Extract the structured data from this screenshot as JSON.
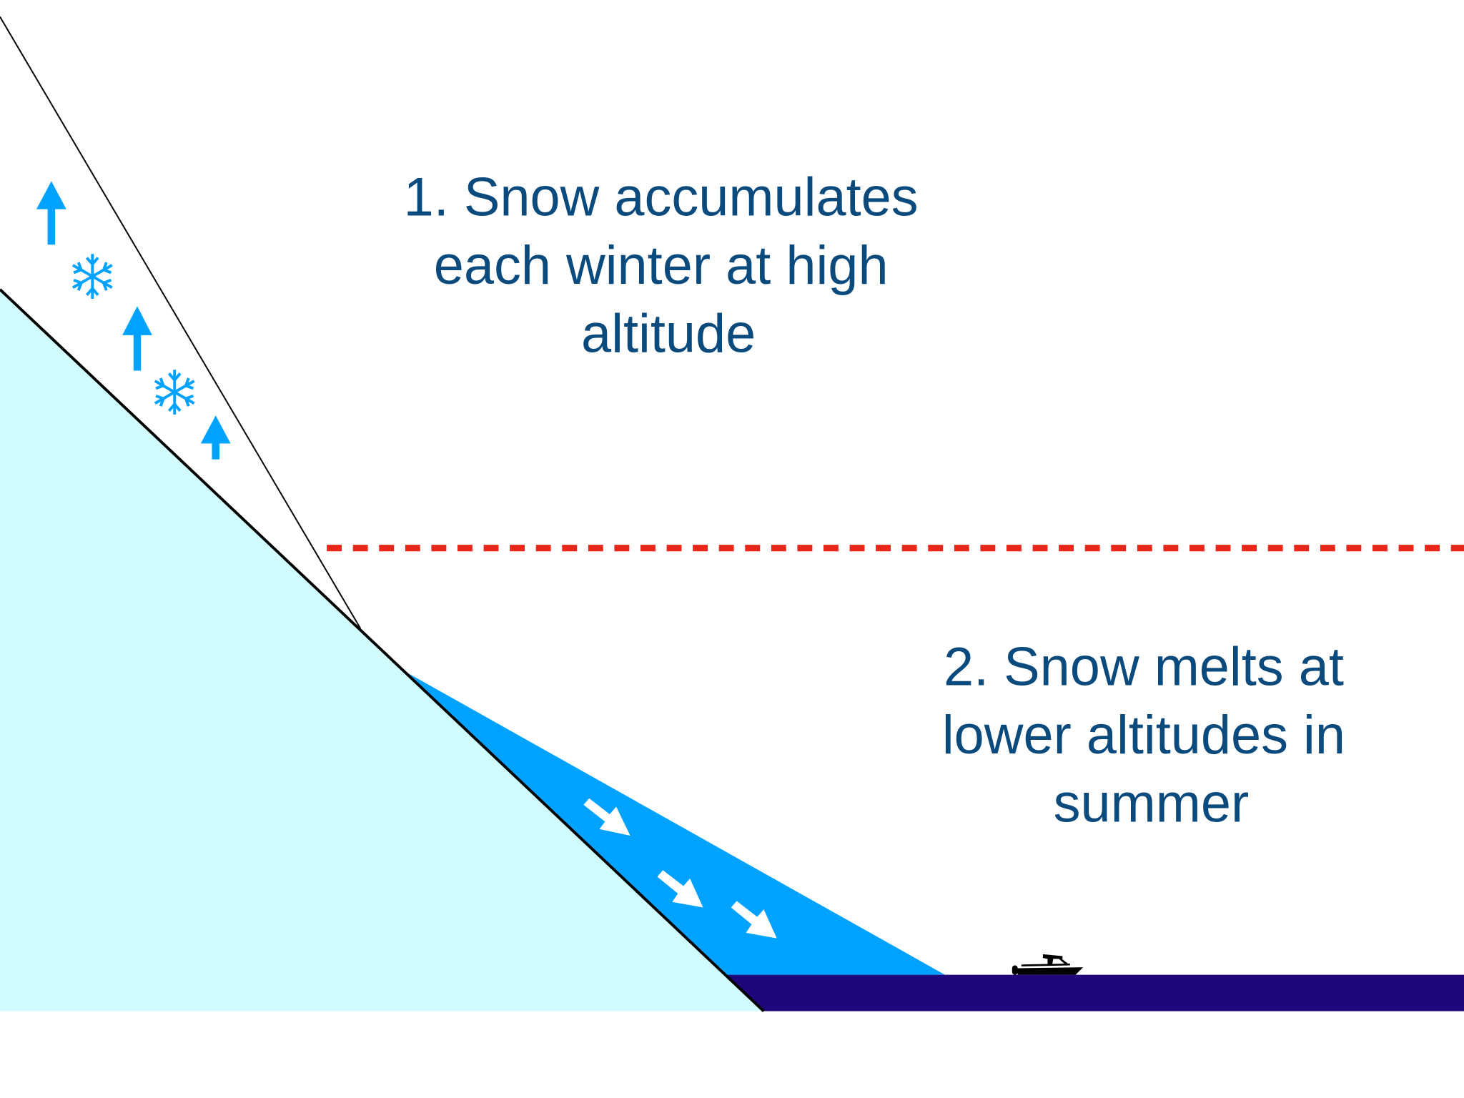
{
  "labels": {
    "accumulation": [
      "1. Snow accumulates",
      "each winter at high",
      "altitude"
    ],
    "melt": [
      "2. Snow melts at",
      "lower altitudes in",
      "summer"
    ]
  },
  "colors": {
    "mountain": "#d0fcfd",
    "glacier": "#00a2ff",
    "water": "#1f067a",
    "equilibrium_line": "#e8271a",
    "text": "#0b4a7d",
    "outline": "#000000"
  },
  "icons": [
    "up-arrow-icon",
    "snowflake-icon",
    "down-flow-arrow-icon",
    "boat-icon"
  ]
}
